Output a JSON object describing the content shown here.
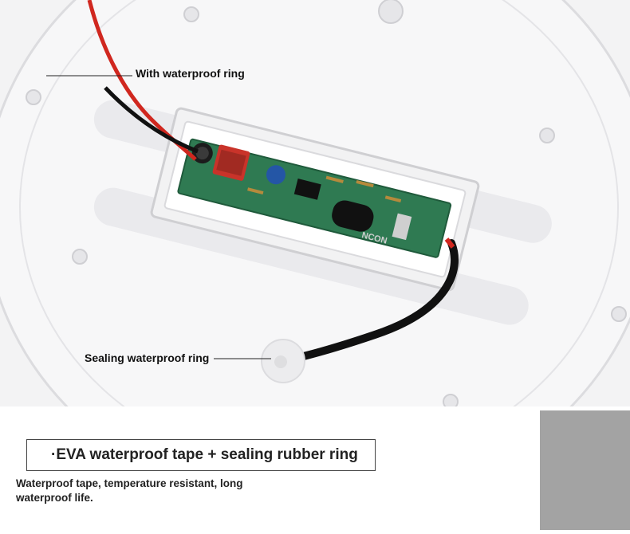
{
  "photo": {
    "callout_top": "With waterproof ring",
    "callout_bottom": "Sealing waterproof ring"
  },
  "pcb_markings": {
    "capacitor_brand": "NCON"
  },
  "feature": {
    "headline": "·EVA waterproof tape + sealing rubber ring",
    "description": "Waterproof tape, temperature resistant, long waterproof life."
  },
  "colors": {
    "pcb_green": "#2f7a52",
    "wire_red": "#d0271f",
    "wire_black": "#111111",
    "inductor_red": "#c9332a",
    "gray_block": "#a3a3a3"
  }
}
